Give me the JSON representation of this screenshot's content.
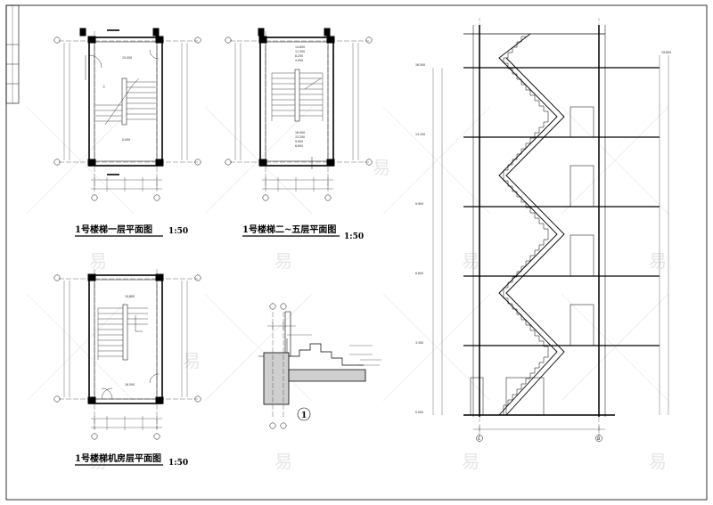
{
  "drawing": {
    "plan_first_floor": {
      "title": "1号楼梯一层平面图",
      "scale": "1:50"
    },
    "plan_typical_floor": {
      "title": "1号楼梯二~五层平面图",
      "scale": "1:50"
    },
    "plan_machine_room": {
      "title": "1号楼梯机房层平面图",
      "scale": "1:50"
    },
    "detail": {
      "number": "1"
    },
    "section": {
      "levels": [
        "0.000",
        "3.300",
        "6.600",
        "9.900",
        "13.200",
        "16.500",
        "19.800"
      ]
    },
    "axis_labels": {
      "left": "C",
      "right": "D"
    },
    "watermark": "易"
  }
}
